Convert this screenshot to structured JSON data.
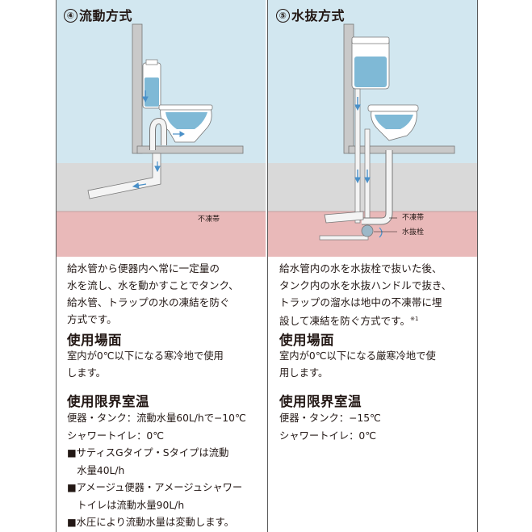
{
  "left": {
    "number": "④",
    "title": "流動方式",
    "freeze_label": "不凍帯",
    "description": [
      "給水管から便器内へ常に一定量の",
      "水を流し、水を動かすことでタンク、",
      "給水管、トラップの水の凍結を防ぐ",
      "方式です。"
    ],
    "usage_heading": "使用場面",
    "usage_text": [
      "室内が0℃以下になる寒冷地で使用",
      "します。"
    ],
    "limit_heading": "使用限界室温",
    "limit_text": [
      "便器・タンク：流動水量60L/hで−10℃",
      "シャワートイレ：0℃",
      "■サティスGタイプ・Sタイプは流動",
      "　水量40L/h",
      "■アメージュ便器・アメージュシャワー",
      "　トイレは流動水量90L/h",
      "■水圧により流動水量は変動します。"
    ]
  },
  "right": {
    "number": "⑤",
    "title": "水抜方式",
    "freeze_label": "不凍帯",
    "valve_label": "水抜栓",
    "description": [
      "給水管内の水を水抜栓で抜いた後、",
      "タンク内の水を水抜ハンドルで抜き、",
      "トラップの溜水は地中の不凍帯に埋",
      "設して凍結を防ぐ方式です。"
    ],
    "note_mark": "※1",
    "usage_heading": "使用場面",
    "usage_text": [
      "室内が0℃以下になる厳寒冷地で使",
      "用します。"
    ],
    "limit_heading": "使用限界室温",
    "limit_text": [
      "便器・タンク：−15℃",
      "シャワートイレ：0℃"
    ]
  },
  "colors": {
    "sky": "#d2e7f0",
    "ground": "#d9d9d9",
    "freeze_zone": "#e9b9b9",
    "wall": "#c9c9c9",
    "water": "#7fb9d6",
    "pipe": "#f4f4f4",
    "arrow": "#4a90c8"
  }
}
